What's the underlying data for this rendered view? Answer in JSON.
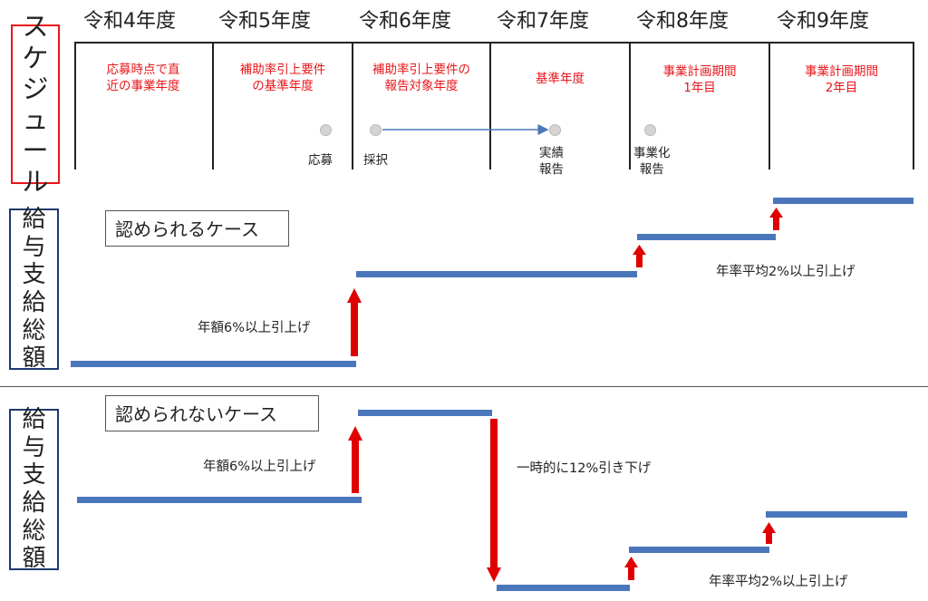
{
  "years": [
    "令和4年度",
    "令和5年度",
    "令和6年度",
    "令和7年度",
    "令和8年度",
    "令和9年度"
  ],
  "side_labels": {
    "schedule": [
      "ス",
      "ケ",
      "ジ",
      "ュ",
      "ー",
      "ル"
    ],
    "salary_top": [
      "給",
      "与",
      "支",
      "給",
      "総",
      "額"
    ],
    "salary_bottom": [
      "給",
      "与",
      "支",
      "給",
      "総",
      "額"
    ]
  },
  "year_descriptions": [
    [
      "応募時点で直",
      "近の事業年度"
    ],
    [
      "補助率引上要件",
      "の基準年度"
    ],
    [
      "補助率引上要件の",
      "報告対象年度"
    ],
    [
      "基準年度"
    ],
    [
      "事業計画期間",
      "1年目"
    ],
    [
      "事業計画期間",
      "2年目"
    ]
  ],
  "events": {
    "apply": "応募",
    "adopt": "採択",
    "actual_report": [
      "実績",
      "報告"
    ],
    "commercial_report": [
      "事業化",
      "報告"
    ]
  },
  "case_accepted": {
    "title": "認められるケース",
    "note_annual_raise": "年額6%以上引上げ",
    "note_avg_raise": "年率平均2%以上引上げ"
  },
  "case_rejected": {
    "title": "認められないケース",
    "note_annual_raise": "年額6%以上引上げ",
    "note_temp_cut": "一時的に12%引き下げ",
    "note_avg_raise": "年率平均2%以上引上げ"
  },
  "colors": {
    "step_line": "#4a76bb",
    "arrow": "#e00000",
    "schedule_border": "#e8161b",
    "salary_border": "#1f3a6e",
    "description_text": "#e8161b",
    "timeline_arrow": "#4a76bb"
  }
}
